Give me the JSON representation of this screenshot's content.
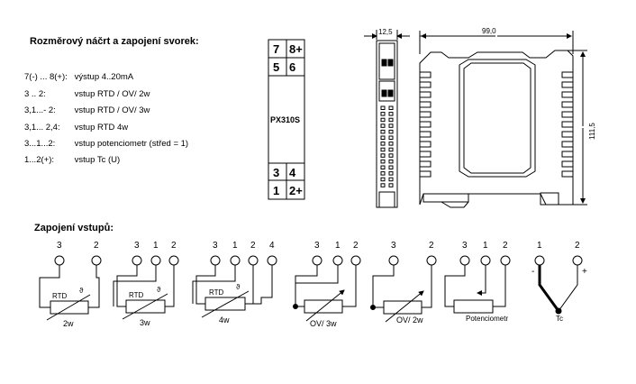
{
  "title": "Rozměrový náčrt a zapojení svorek:",
  "legend": [
    {
      "terms": "7(-) ... 8(+):",
      "desc": "výstup 4..20mA"
    },
    {
      "terms": "3 .. 2:",
      "desc": "vstup RTD  /  OV/ 2w"
    },
    {
      "terms": "3,1...- 2:",
      "desc": "vstup RTD  /  OV/ 3w"
    },
    {
      "terms": "3,1... 2,4:",
      "desc": "vstup RTD 4w"
    },
    {
      "terms": "3...1...2:",
      "desc": "vstup potenciometr (střed = 1)"
    },
    {
      "terms": "1...2(+):",
      "desc": "vstup Tc (U)"
    }
  ],
  "module": {
    "top_terminals": [
      "7",
      "8+",
      "5",
      "6"
    ],
    "name": "PX310S",
    "bottom_terminals": [
      "3",
      "4",
      "1",
      "2+"
    ]
  },
  "dimensions": {
    "width": "12,5",
    "depth": "99,0",
    "height": "111,5"
  },
  "inputs_title": "Zapojení vstupů:",
  "circuits": [
    {
      "pins": [
        "3",
        "2"
      ],
      "element": "RTD",
      "mark": "ϑ",
      "wiring": "2w"
    },
    {
      "pins": [
        "3",
        "1",
        "2"
      ],
      "element": "RTD",
      "mark": "ϑ",
      "wiring": "3w"
    },
    {
      "pins": [
        "3",
        "1",
        "2",
        "4"
      ],
      "element": "RTD",
      "mark": "ϑ",
      "wiring": "4w"
    },
    {
      "pins": [
        "3",
        "1",
        "2"
      ],
      "element": "",
      "mark": "",
      "wiring": "OV/ 3w"
    },
    {
      "pins": [
        "3",
        "2"
      ],
      "element": "",
      "mark": "",
      "wiring": "OV/ 2w"
    },
    {
      "pins": [
        "3",
        "1",
        "2"
      ],
      "element": "",
      "mark": "",
      "wiring": "Potenciometr"
    },
    {
      "pins": [
        "1",
        "2"
      ],
      "element": "",
      "mark": "",
      "wiring": "Tc",
      "polarity": [
        "-",
        "+"
      ]
    }
  ]
}
